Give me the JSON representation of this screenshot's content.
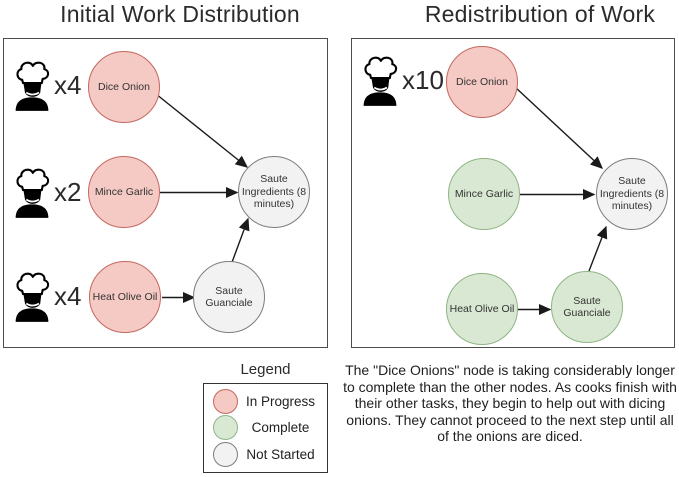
{
  "panels": [
    {
      "title": "Initial Work Distribution",
      "cooks": [
        {
          "count": "x4"
        },
        {
          "count": "x2"
        },
        {
          "count": "x4"
        }
      ],
      "nodes": {
        "dice_onion": {
          "label": "Dice Onion",
          "status": "in_progress"
        },
        "mince_garlic": {
          "label": "Mince Garlic",
          "status": "in_progress"
        },
        "heat_olive_oil": {
          "label": "Heat Olive Oil",
          "status": "in_progress"
        },
        "saute_guanciale": {
          "label": "Saute Guanciale",
          "status": "not_started"
        },
        "saute_ingredients": {
          "label": "Saute Ingredients (8 minutes)",
          "status": "not_started"
        }
      }
    },
    {
      "title": "Redistribution of Work",
      "cooks": [
        {
          "count": "x10"
        }
      ],
      "nodes": {
        "dice_onion": {
          "label": "Dice Onion",
          "status": "in_progress"
        },
        "mince_garlic": {
          "label": "Mince Garlic",
          "status": "complete"
        },
        "heat_olive_oil": {
          "label": "Heat Olive Oil",
          "status": "complete"
        },
        "saute_guanciale": {
          "label": "Saute Guanciale",
          "status": "complete"
        },
        "saute_ingredients": {
          "label": "Saute Ingredients (8 minutes)",
          "status": "not_started"
        }
      }
    }
  ],
  "legend": {
    "title": "Legend",
    "items": [
      {
        "label": "In Progress",
        "status": "in_progress"
      },
      {
        "label": "Complete",
        "status": "complete"
      },
      {
        "label": "Not Started",
        "status": "not_started"
      }
    ]
  },
  "status_colors": {
    "in_progress": {
      "fill": "#f5c9c4",
      "border": "#c4685e"
    },
    "complete": {
      "fill": "#d9e8d2",
      "border": "#8fb585"
    },
    "not_started": {
      "fill": "#f2f2f2",
      "border": "#7d7d7d"
    }
  },
  "arrow_color": "#1a1a1a",
  "caption": "The \"Dice Onions\" node is taking considerably longer to complete than the other nodes. As cooks finish with their other tasks, they begin to help out with dicing onions. They cannot proceed to the next step until all of the onions are diced."
}
